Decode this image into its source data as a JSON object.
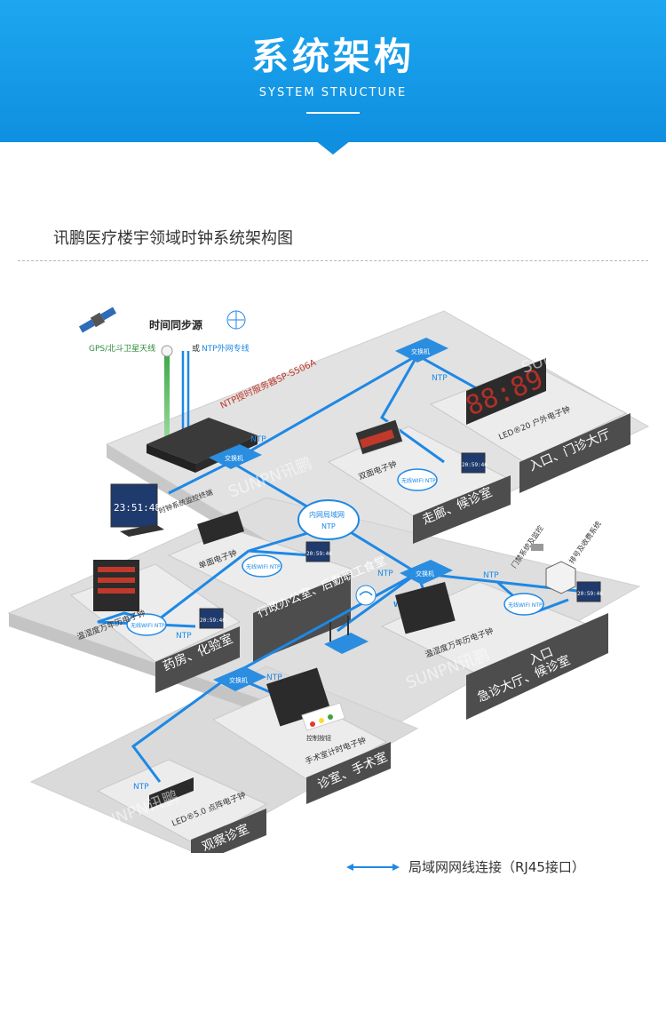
{
  "header": {
    "title": "系统架构",
    "subtitle": "SYSTEM STRUCTURE"
  },
  "diagram": {
    "title": "讯鹏医疗楼宇领域时钟系统架构图",
    "time_source_title": "时间同步源",
    "gps_label": "GPS/北斗卫星天线",
    "or_label": "或",
    "ntp_external_label": "NTP外网专线",
    "server_label": "NTP授时服务器SP-S506A",
    "switch_label": "交换机",
    "ntp": "NTP",
    "intranet_label": "内网局域网",
    "wifi_label": "Wi-Fi",
    "watermark": "SUNPN讯鹏",
    "monitor_time": "23:51:48",
    "monitor_label": "时钟系统监控终端",
    "outdoor_digits": "88:89",
    "outdoor_label": "LED®20 户外电子钟",
    "zone_entrance": "入口、门诊大厅",
    "dual_clock_label": "双面电子钟",
    "zone_corridor": "走廊、候诊室",
    "wifi_ntp_label": "无线WIFI NTP",
    "small_clock_time": "20:59:46",
    "office_clock_label": "单面电子钟",
    "zone_office": "行政办公室、后勤职工食堂",
    "pharmacy_clock_label": "温湿度万年历电子钟",
    "zone_pharmacy": "药房、化验室",
    "access_label": "门禁系统及监控",
    "queue_label": "排号及收费系统",
    "emergency_clock_label": "温湿度万年历电子钟",
    "zone_emergency_1": "入口",
    "zone_emergency_2": "急诊大厅、候诊室",
    "surgery_clock_label": "手术室计时电子钟",
    "control_label": "控制按钮",
    "zone_surgery": "诊室、手术室",
    "led_dot_label": "LED®5.0 点阵电子钟",
    "zone_observation": "观察诊室"
  },
  "legend": {
    "label": "局域网网线连接（RJ45接口）"
  },
  "colors": {
    "banner": "#1da7f0",
    "cable": "#1e88e5",
    "floor": "#e2e2e2",
    "zone_dark": "#4d4d4d",
    "gps_green": "#5ab85a",
    "server_red": "#c0392b"
  }
}
